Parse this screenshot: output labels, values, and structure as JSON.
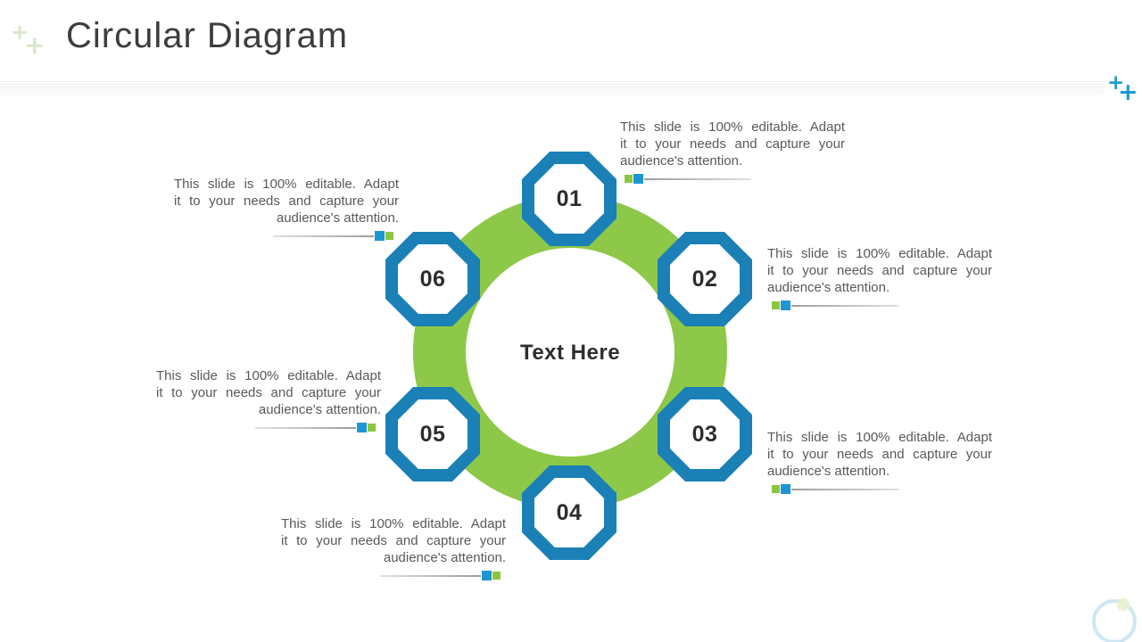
{
  "slide": {
    "title": "Circular Diagram",
    "center_label": "Text Here",
    "body_text": "This slide is 100% editable. Adapt it to your needs and capture your audience's attention.",
    "body_lines": [
      "This slide is 100% editable. Adapt",
      "it to your needs and capture your",
      "audience's attention."
    ],
    "nodes": [
      {
        "number": "01"
      },
      {
        "number": "02"
      },
      {
        "number": "03"
      },
      {
        "number": "04"
      },
      {
        "number": "05"
      },
      {
        "number": "06"
      }
    ],
    "decor": {
      "plus_marks_top_left": "++",
      "plus_marks_right": "++",
      "plus_char": "+"
    },
    "colors": {
      "octagon_blue": "#1a80b6",
      "ring_green": "#8dc848",
      "marker_green": "#8cc63e",
      "marker_blue": "#1e96d2",
      "plus_light_green": "#d8e7c9",
      "plus_blue": "#1a9ad5",
      "title_text": "#3d3d3d",
      "body_text": "#595959",
      "corner_circle_blue": "#cfe7f5",
      "corner_dot_green": "#e9f0d0"
    }
  }
}
